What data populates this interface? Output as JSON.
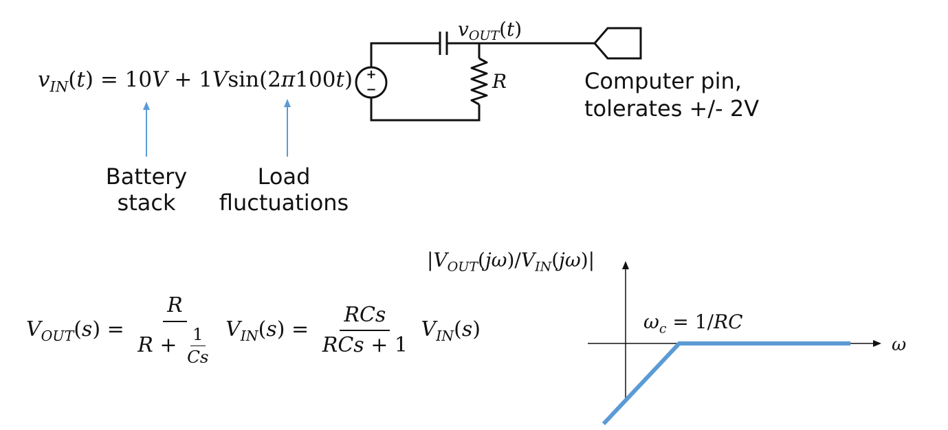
{
  "circuit": {
    "vout_label": "v_OUT(t)",
    "resistor_label": "R",
    "source_plus": "+",
    "source_minus": "−"
  },
  "input_equation": {
    "lhs": "v_IN(t)",
    "rhs": "= 10V + 1V sin(2π100t)"
  },
  "annotations": {
    "battery_line1": "Battery",
    "battery_line2": "stack",
    "load_line1": "Load",
    "load_line2": "fluctuations",
    "computer_line1": "Computer pin,",
    "computer_line2": "tolerates +/- 2V"
  },
  "transfer_equation": {
    "text": "V_OUT(s) = R / (R + 1/(Cs)) V_IN(s) = RCs / (RCs + 1) V_IN(s)"
  },
  "bode_plot": {
    "ylabel": "|V_OUT(jω)/V_IN(jω)|",
    "xlabel": "ω",
    "corner_label": "ω_c = 1/RC",
    "line_color": "#5b9bd5"
  },
  "colors": {
    "ink": "#111111",
    "arrow": "#5b9bd5"
  }
}
